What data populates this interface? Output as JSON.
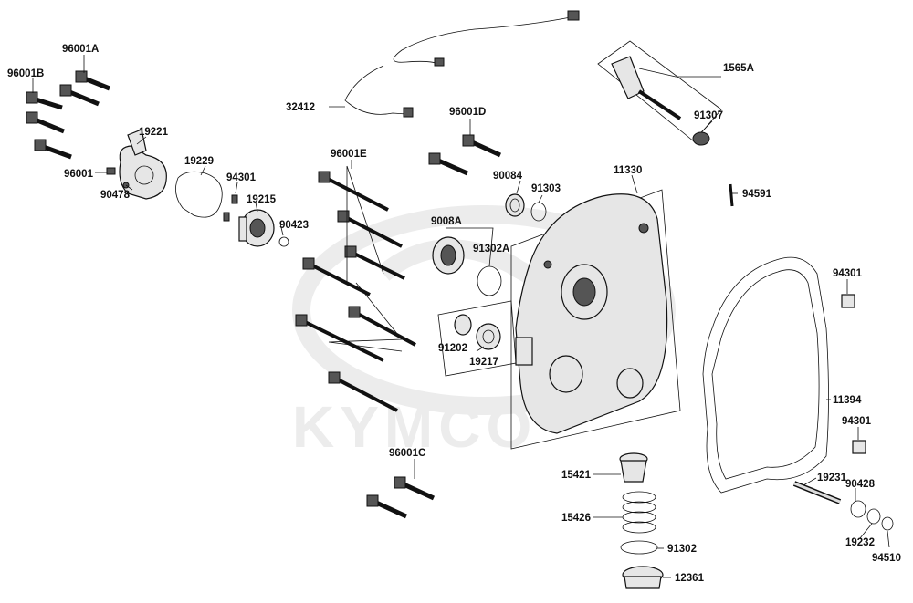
{
  "diagram": {
    "watermark_brand": "KYMCO",
    "part_numbers": [
      "96001A",
      "96001B",
      "19221",
      "96001",
      "90478",
      "19229",
      "94301",
      "19215",
      "90423",
      "32412",
      "96001E",
      "96001D",
      "90084",
      "91303",
      "9008A",
      "91302A",
      "91202",
      "19217",
      "1565A",
      "91307",
      "11330",
      "94591",
      "94301",
      "11394",
      "94301",
      "96001C",
      "15421",
      "15426",
      "91302",
      "12361",
      "19231",
      "90428",
      "19232",
      "94510"
    ]
  }
}
